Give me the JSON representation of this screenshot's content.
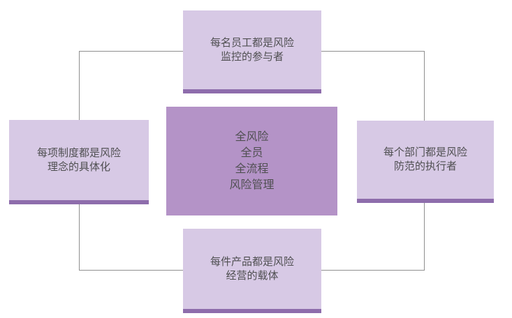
{
  "diagram": {
    "type": "hub-and-spoke",
    "center": {
      "lines": [
        "全风险",
        "全员",
        "全流程",
        "风险管理"
      ]
    },
    "nodes": [
      {
        "position": "top",
        "lines": [
          "每名员工都是风险",
          "监控的参与者"
        ]
      },
      {
        "position": "left",
        "lines": [
          "每项制度都是风险",
          "理念的具体化"
        ]
      },
      {
        "position": "right",
        "lines": [
          "每个部门都是风险",
          "防范的执行者"
        ]
      },
      {
        "position": "bottom",
        "lines": [
          "每件产品都是风险",
          "经营的载体"
        ]
      }
    ],
    "colors": {
      "background": "#ffffff",
      "center_fill": "#b493c7",
      "node_fill": "#d7c9e5",
      "node_border": "#8e6dac",
      "connector": "#8f8f8f",
      "text": "#4f4f51"
    }
  }
}
